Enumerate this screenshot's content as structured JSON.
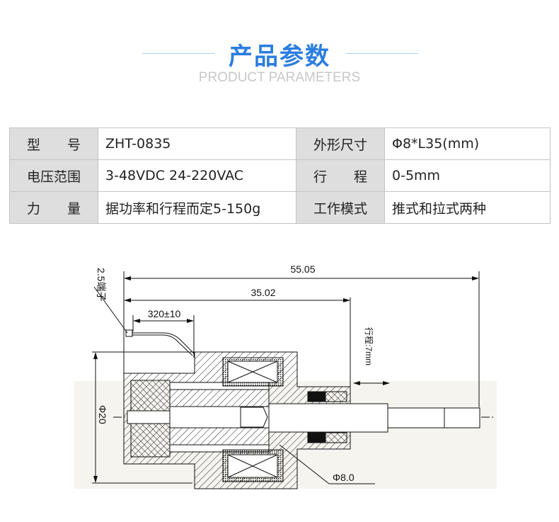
{
  "header": {
    "title": "产品参数",
    "subtitle": "PRODUCT PARAMETERS",
    "accent": "#2b7de0"
  },
  "params": [
    {
      "label1": "型号",
      "value1": "ZHT-0835",
      "label2": "外形尺寸",
      "value2": "Φ8*L35(mm)"
    },
    {
      "label1": "电压范围",
      "value1": "3-48VDC 24-220VAC",
      "label2": "行程",
      "value2": "0-5mm"
    },
    {
      "label1": "力量",
      "value1": "据功率和行程而定5-150g",
      "label2": "工作模式",
      "value2": "推式和拉式两种"
    }
  ],
  "drawing": {
    "overall_length": "55.05",
    "body_length": "35.02",
    "wire_length": "320±10",
    "terminal": "2.5端子",
    "stroke": "行程:7mm",
    "outer_diameter": "Φ20",
    "shaft_diameter": "Φ8.0"
  }
}
